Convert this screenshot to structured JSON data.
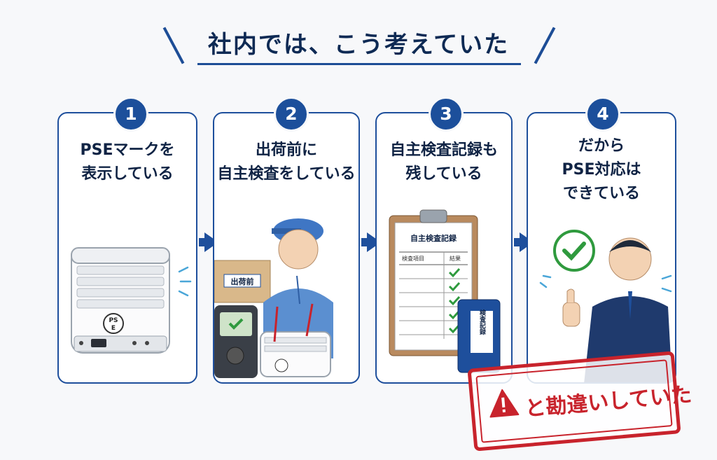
{
  "title": "社内では、こう考えていた",
  "steps": [
    {
      "number": "1",
      "line1": "PSEマークを",
      "line2": "表示している",
      "line3": ""
    },
    {
      "number": "2",
      "line1": "出荷前に",
      "line2": "自主検査をしている",
      "line3": ""
    },
    {
      "number": "3",
      "line1": "自主検査記録も",
      "line2": "残している",
      "line3": ""
    },
    {
      "number": "4",
      "line1": "だから",
      "line2": "PSE対応は",
      "line3": "できている"
    }
  ],
  "illustrations": {
    "pse_mark_line1": "PS",
    "pse_mark_line2": "E",
    "box_label": "出荷前",
    "record_title": "自主検査記録",
    "record_col1": "検査項目",
    "record_col2": "結果",
    "binder_label": "検査記録"
  },
  "stamp": {
    "text": "と勘違いしていた"
  },
  "colors": {
    "accent": "#1e4f9c",
    "stamp": "#c8232c",
    "check": "#2f9a3e"
  }
}
